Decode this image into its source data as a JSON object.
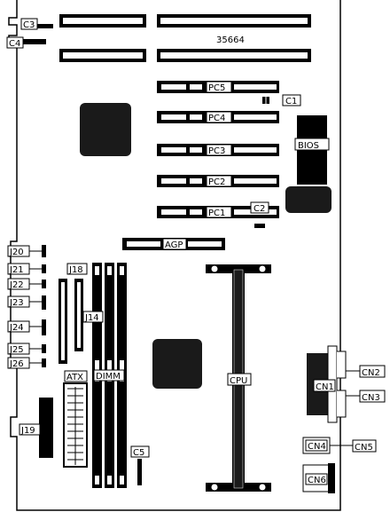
{
  "labels": {
    "board_id": "35664",
    "C1": "C1",
    "C2": "C2",
    "C3": "C3",
    "C4": "C4",
    "C5": "C5",
    "PC1": "PC1",
    "PC2": "PC2",
    "PC3": "PC3",
    "PC4": "PC4",
    "PC5": "PC5",
    "BIOS": "BIOS",
    "AGP": "AGP",
    "CPU": "CPU",
    "DIMM": "DIMM",
    "ATX": "ATX",
    "J14": "J14",
    "J18": "J18",
    "J19": "J19",
    "J20": "J20",
    "J21": "J21",
    "J22": "J22",
    "J23": "J23",
    "J24": "J24",
    "J25": "J25",
    "J26": "J26",
    "CN1": "CN1",
    "CN2": "CN2",
    "CN3": "CN3",
    "CN4": "CN4",
    "CN5": "CN5",
    "CN6": "CN6"
  },
  "colors": {
    "ink": "#000000",
    "paper": "#ffffff",
    "chip": "#1a1a1a"
  }
}
